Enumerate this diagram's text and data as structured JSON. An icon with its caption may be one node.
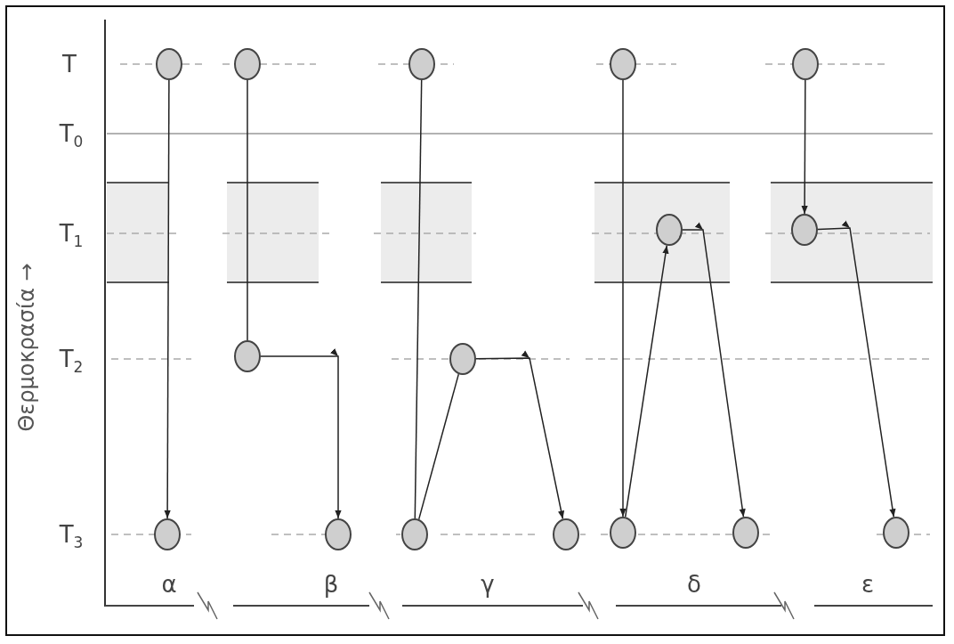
{
  "diagram": {
    "nodes": [
      {
        "text": [],
        "shape": "circle"
      },
      {
        "text": [],
        "shape": "circle"
      },
      {
        "text": [],
        "shape": "circle"
      },
      {
        "text": [],
        "shape": "circle"
      },
      {
        "text": [],
        "shape": "circle"
      },
      {
        "text": [],
        "shape": "circle"
      },
      {
        "text": [],
        "shape": "circle"
      },
      {
        "text": [],
        "shape": "circle"
      },
      {
        "text": [],
        "shape": "circle"
      },
      {
        "text": [],
        "shape": "circle"
      },
      {
        "text": [],
        "shape": "circle"
      },
      {
        "text": [],
        "shape": "circle"
      },
      {
        "text": [],
        "shape": "circle"
      },
      {
        "text": [],
        "shape": "circle"
      },
      {
        "text": [],
        "shape": "circle"
      },
      {
        "text": [],
        "shape": "circle"
      }
    ],
    "edges": [
      {
        "from": 0,
        "to": 1,
        "arrow": "to"
      },
      {
        "from": 2,
        "to": 3,
        "arrow": "none"
      },
      {
        "from": 3,
        "to": 4,
        "arrow": "to"
      },
      {
        "from": 5,
        "to": 6,
        "arrow": "none"
      },
      {
        "from": 6,
        "to": 7,
        "arrow": "none"
      },
      {
        "from": 7,
        "to": 8,
        "arrow": "to"
      },
      {
        "from": 9,
        "to": 10,
        "arrow": "to"
      },
      {
        "from": 10,
        "to": 11,
        "arrow": "to"
      },
      {
        "from": 11,
        "to": 12,
        "arrow": "to"
      },
      {
        "from": 13,
        "to": 14,
        "arrow": "to"
      },
      {
        "from": 14,
        "to": 15,
        "arrow": "to"
      }
    ],
    "labels": [
      "Θερμοκρασία →",
      "T",
      "T$_{0}$",
      "T$_{1}$",
      "T$_{2}$",
      "T$_{3}$",
      "α",
      "β",
      "γ",
      "δ",
      "ε"
    ]
  }
}
